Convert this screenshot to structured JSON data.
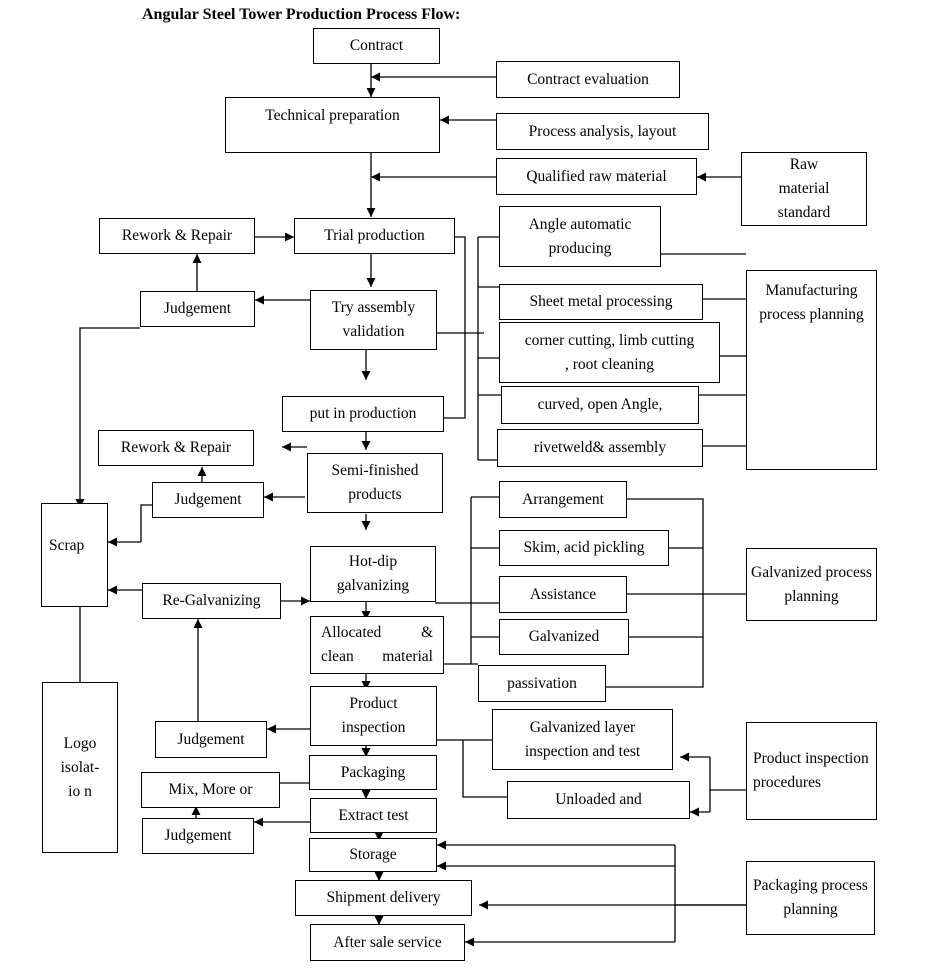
{
  "title": "Angular Steel Tower Production Process Flow:",
  "nodes": {
    "contract": "Contract",
    "contract_evaluation": "Contract evaluation",
    "technical_preparation": "Technical preparation",
    "process_analysis": "Process analysis, layout",
    "qualified_raw_material": "Qualified raw material",
    "raw_material_standard": "Raw material standard",
    "rework_repair_1": "Rework & Repair",
    "trial_production": "Trial production",
    "judgement_1": "Judgement",
    "try_assembly_validation": "Try assembly validation",
    "put_in_production": "put in production",
    "rework_repair_2": "Rework & Repair",
    "semi_finished_products": "Semi-finished products",
    "judgement_2": "Judgement",
    "scrap": "Scrap",
    "angle_automatic_producing": "Angle automatic producing",
    "sheet_metal_processing": "Sheet metal processing",
    "corner_cutting": "corner cutting, limb cutting , root cleaning",
    "curved_open_angle": "curved, open Angle,",
    "rivetweld_assembly": "rivetweld& assembly",
    "manufacturing_process_planning": "Manufacturing process planning",
    "hot_dip_galvanizing": "Hot-dip galvanizing",
    "re_galvanizing": "Re-Galvanizing",
    "allocated_clean_material": "Allocated & clean material",
    "arrangement": "Arrangement",
    "skim_acid_pickling": "Skim, acid pickling",
    "assistance": "Assistance",
    "galvanized": "Galvanized",
    "passivation": "passivation",
    "galvanized_process_planning": "Galvanized process planning",
    "logo_isolation": "Logo isolat-io n",
    "product_inspection": "Product inspection",
    "judgement_3": "Judgement",
    "galvanized_layer_inspection": "Galvanized layer inspection and test",
    "unloaded_and": "Unloaded and",
    "product_inspection_procedures": "Product inspection procedures",
    "packaging": "Packaging",
    "mix_more_or": "Mix, More or",
    "extract_test": "Extract test",
    "judgement_4": "Judgement",
    "storage": "Storage",
    "shipment_delivery": "Shipment delivery",
    "after_sale_service": "After sale service",
    "packaging_process_planning": "Packaging process planning"
  }
}
